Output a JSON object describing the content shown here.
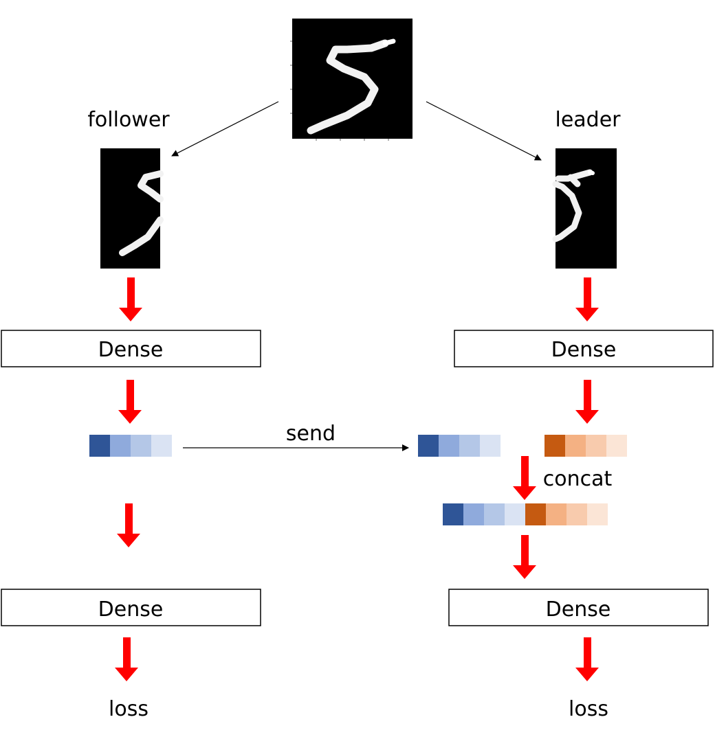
{
  "labels": {
    "follower": "follower",
    "leader": "leader",
    "send": "send",
    "concat": "concat",
    "loss_left": "loss",
    "loss_right": "loss"
  },
  "boxes": {
    "follower_dense_top": "Dense",
    "leader_dense_top": "Dense",
    "follower_dense_bottom": "Dense",
    "leader_dense_bottom": "Dense"
  },
  "colors": {
    "arrow_red": "#ff0000",
    "blue": [
      "#2f5597",
      "#8faadc",
      "#b4c7e7",
      "#dae3f3"
    ],
    "orange": [
      "#c55a11",
      "#f4b183",
      "#f8cbad",
      "#fbe5d6"
    ]
  },
  "vectors": {
    "follower_embedding_cells": 4,
    "sent_embedding_cells": 4,
    "leader_embedding_cells": 4,
    "concat_cells": 8
  }
}
